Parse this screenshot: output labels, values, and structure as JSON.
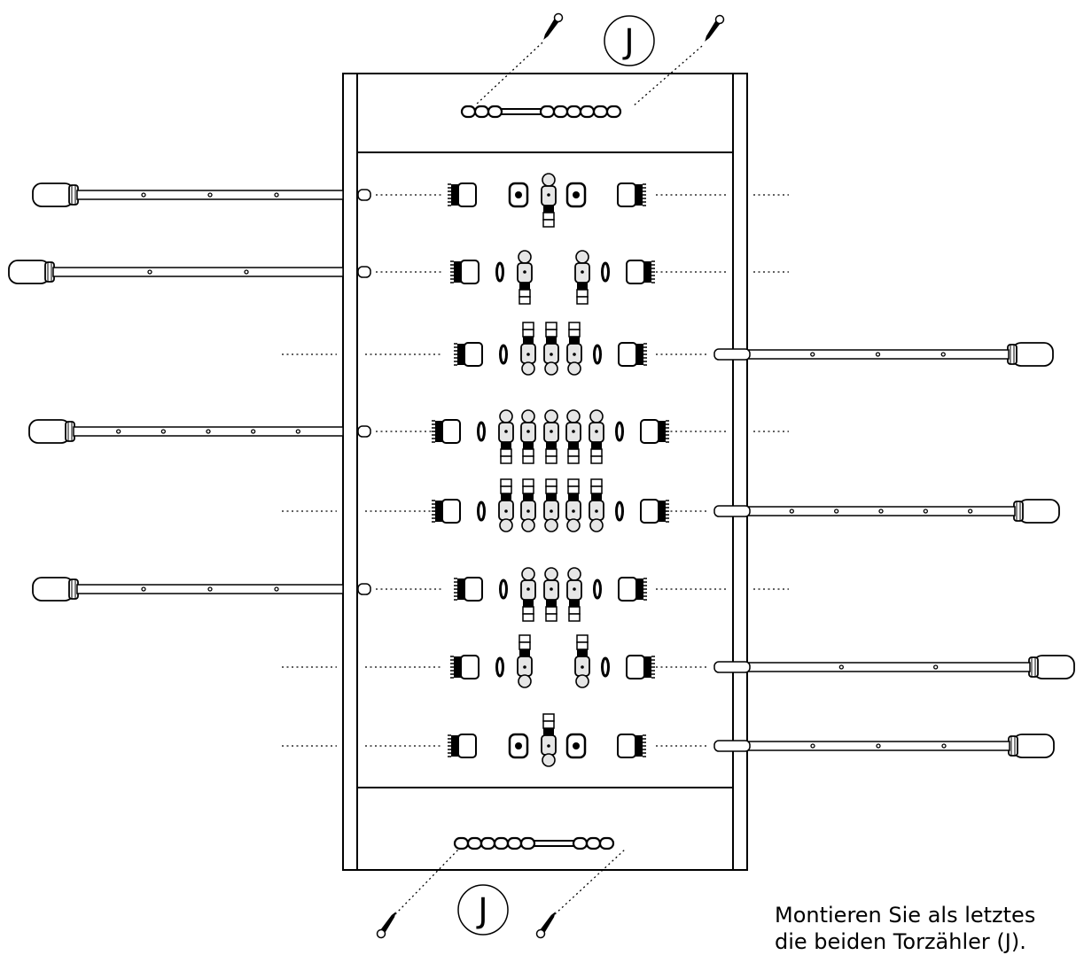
{
  "callouts": {
    "top": "J",
    "bottom": "J"
  },
  "caption": {
    "line1": "Montieren Sie als letztes",
    "line2": "die beiden Torzähler (J)."
  },
  "colors": {
    "ink": "#000000",
    "paper": "#ffffff",
    "figure_fill": "#e6e6e6"
  },
  "rods": [
    {
      "side": "left",
      "players": 1,
      "holes": 3
    },
    {
      "side": "left",
      "players": 2,
      "holes": 2
    },
    {
      "side": "right",
      "players": 3,
      "holes": 3
    },
    {
      "side": "left",
      "players": 5,
      "holes": 5
    },
    {
      "side": "right",
      "players": 5,
      "holes": 5
    },
    {
      "side": "left",
      "players": 3,
      "holes": 3
    },
    {
      "side": "right",
      "players": 2,
      "holes": 2
    },
    {
      "side": "right",
      "players": 1,
      "holes": 3
    }
  ]
}
